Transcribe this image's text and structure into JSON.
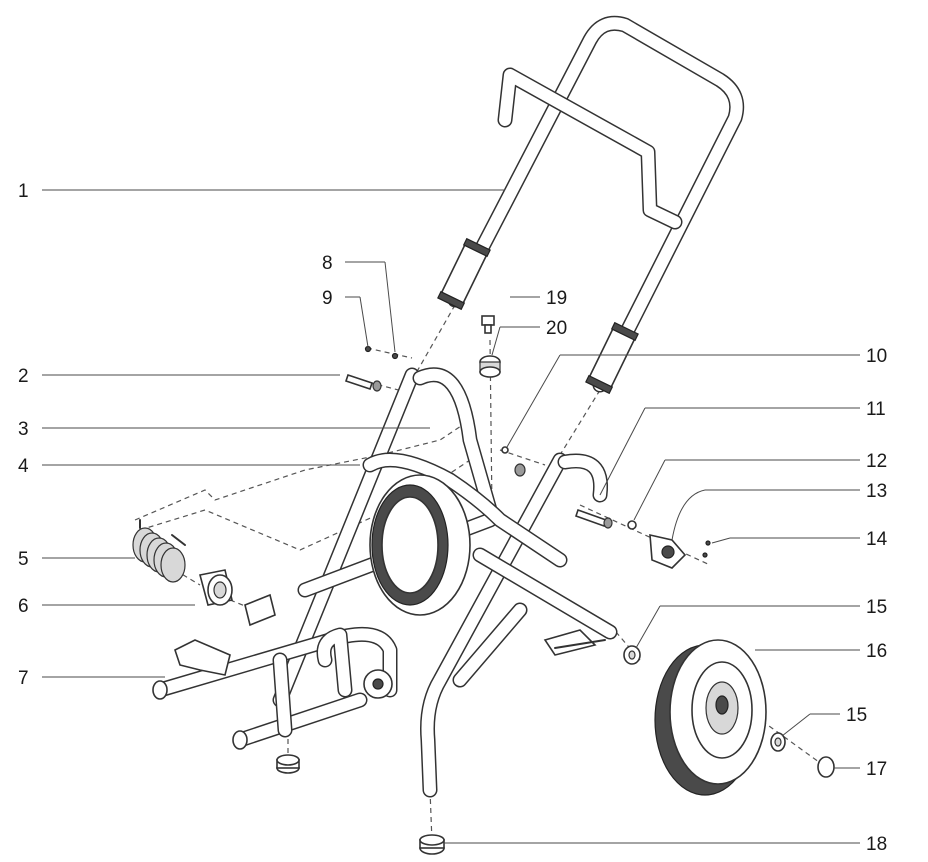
{
  "labels": [
    "1",
    "2",
    "3",
    "4",
    "5",
    "6",
    "7",
    "8",
    "9",
    "10",
    "11",
    "12",
    "13",
    "14",
    "15",
    "16",
    "15",
    "17",
    "18",
    "19",
    "20"
  ],
  "colors": {
    "line": "#333333",
    "text": "#1a1a1a",
    "background": "#ffffff"
  }
}
